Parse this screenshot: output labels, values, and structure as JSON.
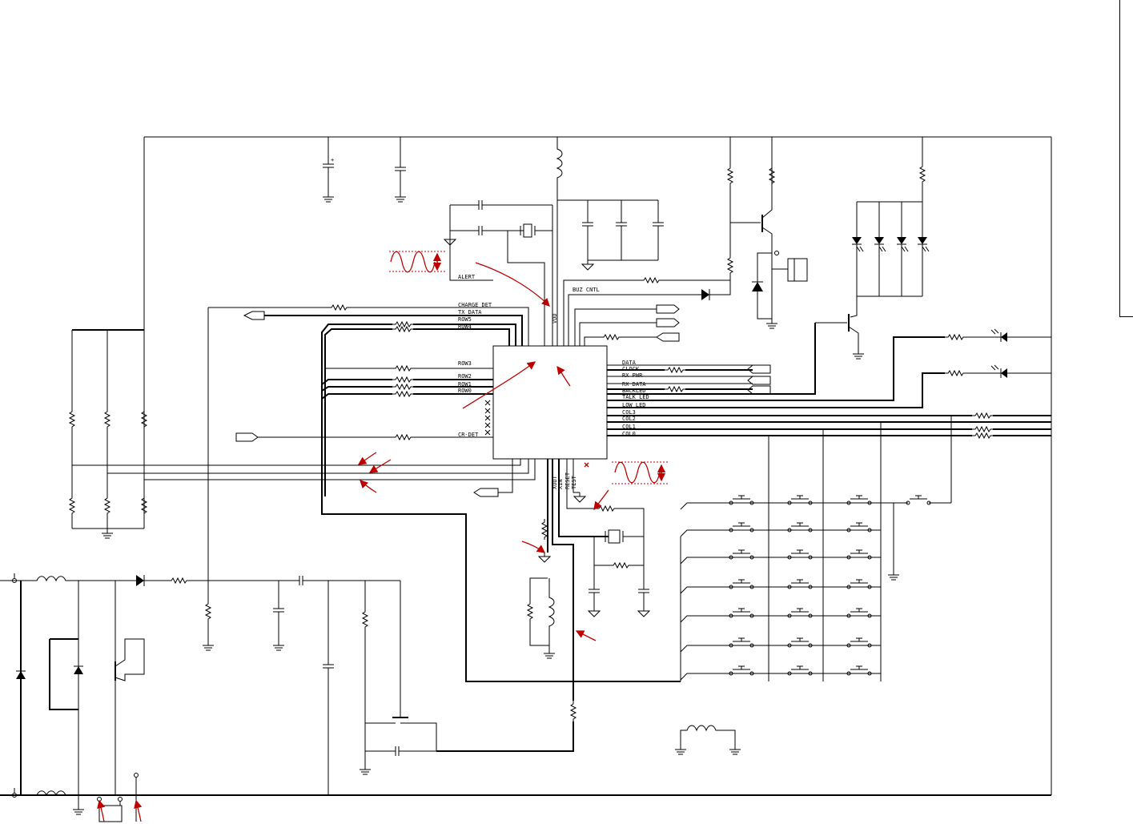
{
  "ic": {
    "pins_left": [
      "ALERT",
      "CHARGE DET",
      "TX DATA",
      "ROW5",
      "ROW4",
      "ROW3",
      "ROW2",
      "ROW1",
      "ROW0",
      "CR-DET"
    ],
    "pin_buz": "BUZ CNTL",
    "pin_vdd": "VDD",
    "pins_right": [
      "DATA",
      "CLOCK",
      "RX PWR",
      "RX DATA",
      "BACKLED",
      "TALK LED",
      "LOW LED",
      "COL3",
      "COL2",
      "COL1",
      "COL0"
    ],
    "pins_bottom": [
      "XOUT",
      "XIN",
      "RESET",
      "TEST"
    ]
  },
  "colors": {
    "wire": "#000000",
    "annotation": "#c00000"
  },
  "icons": [
    "resistor-icon",
    "capacitor-icon",
    "inductor-icon",
    "diode-icon",
    "led-icon",
    "transistor-icon",
    "crystal-icon",
    "ground-icon",
    "switch-icon",
    "connector-icon"
  ]
}
